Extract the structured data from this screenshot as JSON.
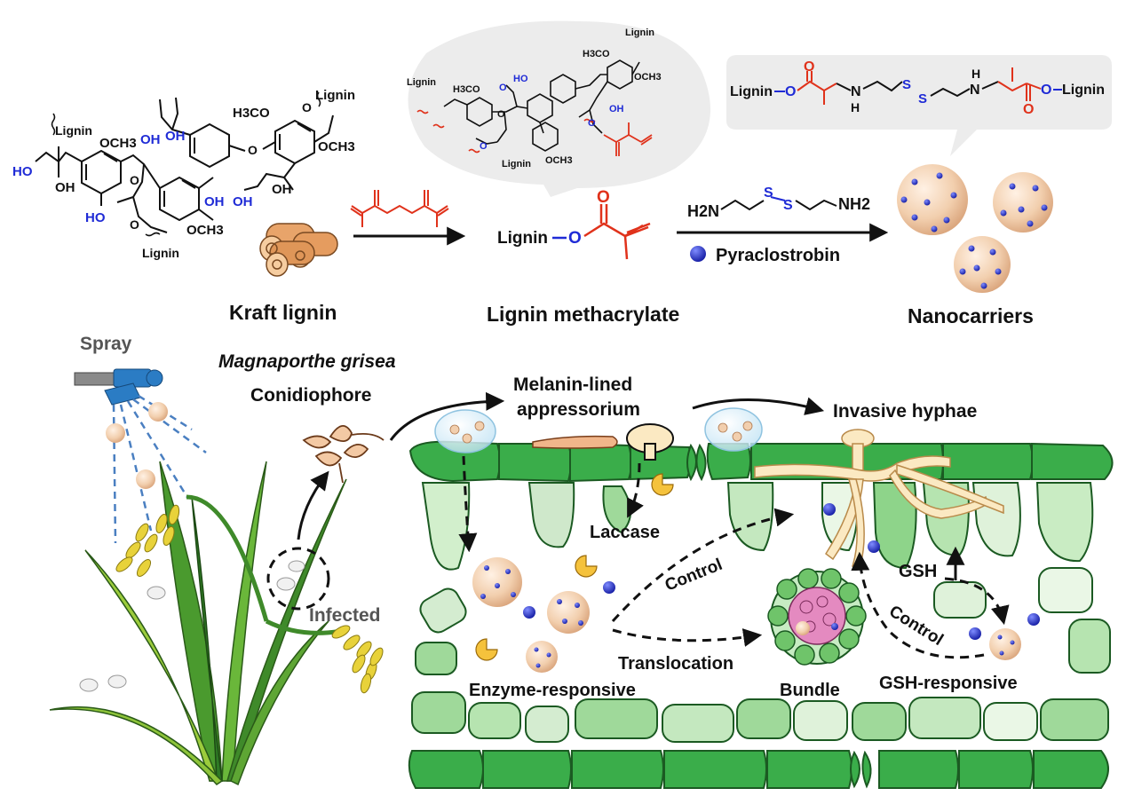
{
  "labels": {
    "kraft_lignin": "Kraft lignin",
    "lignin_methacrylate": "Lignin methacrylate",
    "nanocarriers": "Nanocarriers",
    "spray": "Spray",
    "species": "Magnaporthe grisea",
    "conidiophore": "Conidiophore",
    "appressorium_line1": "Melanin-lined",
    "appressorium_line2": "appressorium",
    "invasive_hyphae": "Invasive hyphae",
    "laccase": "Laccase",
    "control_1": "Control",
    "control_2": "Control",
    "gsh": "GSH",
    "infected": "Infected",
    "translocation": "Translocation",
    "enzyme_responsive": "Enzyme-responsive",
    "bundle": "Bundle",
    "gsh_responsive": "GSH-responsive",
    "pyraclostrobin": "Pyraclostrobin"
  },
  "chemistry": {
    "kraft": {
      "lignin_top_left": "Lignin",
      "och3_1": "OCH3",
      "oh_pair": "OH",
      "oh_pair_2": "OH",
      "h3co_right": "H3CO",
      "lignin_top_right": "Lignin",
      "och3_right": "OCH3",
      "ho_left": "HO",
      "oh_mid": "OH",
      "ho_lower": "HO",
      "oh_right_ring": "OH",
      "och3_bottom": "OCH3",
      "oh_chain_right": "OH",
      "oh_chain_right2": "OH",
      "lignin_bottom": "Lignin",
      "o_1": "O",
      "o_2": "O",
      "o_3": "O",
      "o_4": "O"
    },
    "bubble": {
      "lignin_a": "Lignin",
      "lignin_b": "Lignin",
      "lignin_c": "Lignin",
      "h3co_a": "H3CO",
      "h3co_b": "H3CO",
      "och3_a": "OCH3",
      "och3_b": "OCH3",
      "ho": "HO",
      "oh": "OH",
      "o_1": "O",
      "o_2": "O",
      "o_3": "O",
      "o_4": "O"
    },
    "lignin_methacrylate": {
      "lignin": "Lignin",
      "o_ester": "O",
      "o_carbonyl": "O"
    },
    "crosslinker": {
      "h2n": "H2N",
      "s1": "S",
      "s2": "S",
      "nh2": "NH2"
    },
    "product": {
      "lignin_left": "Lignin",
      "o_left": "O",
      "o_left_carbonyl": "O",
      "n_left": "N",
      "h_left": "H",
      "s1": "S",
      "s2": "S",
      "n_right": "N",
      "h_right": "H",
      "o_right_carbonyl": "O",
      "o_right": "O",
      "lignin_right": "Lignin"
    }
  },
  "colors": {
    "heteroatom_blue": "#1f2bd6",
    "methacrylate_red": "#e0321b",
    "nanocarrier_fill": "#f3d2b3",
    "drug_dot": "#2b35c9",
    "tissue_green_dark": "#3aad4a",
    "tissue_green_light": "#c7ecc3",
    "hyphae": "#fbe9c2",
    "bundle_pink": "#e48ac0",
    "enzyme_yellow": "#f5c23c"
  }
}
